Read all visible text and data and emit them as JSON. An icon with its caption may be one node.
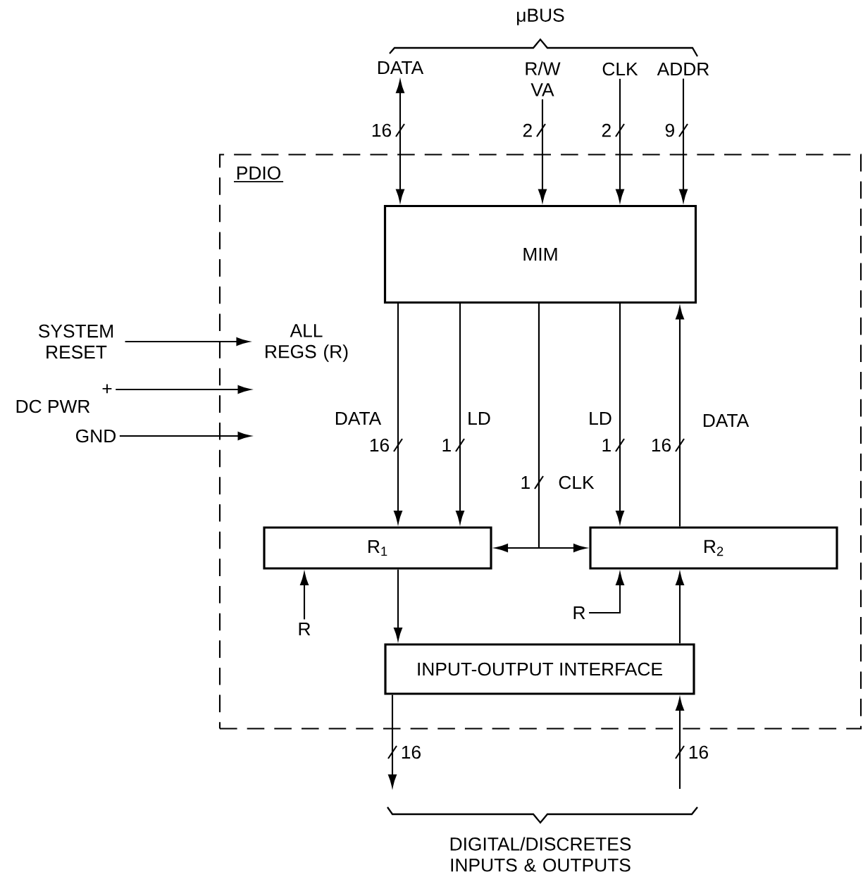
{
  "diagram": {
    "nodes": [
      {
        "text": [
          "PDIO"
        ]
      },
      {
        "text": [
          "MIM"
        ],
        "in": 0
      },
      {
        "text": [
          "R$_{1}$"
        ],
        "in": 0
      },
      {
        "text": [
          "R$_{2}$"
        ],
        "in": 0
      },
      {
        "text": [
          "INPUT-OUTPUT INTERFACE"
        ],
        "in": 0
      },
      {
        "text": [
          "DATA"
        ]
      },
      {
        "text": [
          "R/W VA"
        ]
      },
      {
        "text": [
          "CLK"
        ]
      },
      {
        "text": [
          "ADDR"
        ]
      },
      {
        "text": [
          "SYSTEM RESET"
        ]
      },
      {
        "text": [
          "ALL REGS (R)"
        ],
        "in": 0
      },
      {
        "text": [
          "+"
        ]
      },
      {
        "text": [
          "GND"
        ]
      },
      {
        "text": [
          "R"
        ],
        "in": 0
      },
      {
        "text": [
          "R"
        ],
        "in": 0
      }
    ],
    "edges": [
      {
        "from": 5,
        "to": 1,
        "arrow": "both",
        "label": "16"
      },
      {
        "from": 6,
        "to": 1,
        "arrow": "to",
        "label": "2"
      },
      {
        "from": 7,
        "to": 1,
        "arrow": "to",
        "label": "2"
      },
      {
        "from": 8,
        "to": 1,
        "arrow": "to",
        "label": "9"
      },
      {
        "from": 1,
        "to": 2,
        "arrow": "to",
        "label": "16"
      },
      {
        "from": 1,
        "to": 2,
        "arrow": "to",
        "label": "1"
      },
      {
        "from": 1,
        "to": 2,
        "arrow": "to",
        "label": "1"
      },
      {
        "from": 1,
        "to": 3,
        "arrow": "to"
      },
      {
        "from": 1,
        "to": 3,
        "arrow": "to",
        "label": "1"
      },
      {
        "from": 3,
        "to": 1,
        "arrow": "to",
        "label": "16"
      },
      {
        "from": 2,
        "to": 4,
        "arrow": "to"
      },
      {
        "from": 4,
        "to": 3,
        "arrow": "to"
      },
      {
        "from": 4,
        "to": null,
        "arrow": "to",
        "label": "16"
      },
      {
        "from": null,
        "to": 4,
        "arrow": "to",
        "label": "16"
      },
      {
        "from": 9,
        "to": 10,
        "arrow": "to"
      },
      {
        "from": 11,
        "to": null,
        "arrow": "to"
      },
      {
        "from": 12,
        "to": null,
        "arrow": "to"
      },
      {
        "from": 13,
        "to": 2,
        "arrow": "to"
      },
      {
        "from": 14,
        "to": 3,
        "arrow": "to"
      }
    ],
    "labels": [
      "μBUS",
      "DATA",
      "LD",
      "LD",
      "DATA",
      "CLK",
      "DC PWR",
      "DIGITAL/DISCRETES INPUTS & OUTPUTS"
    ]
  }
}
